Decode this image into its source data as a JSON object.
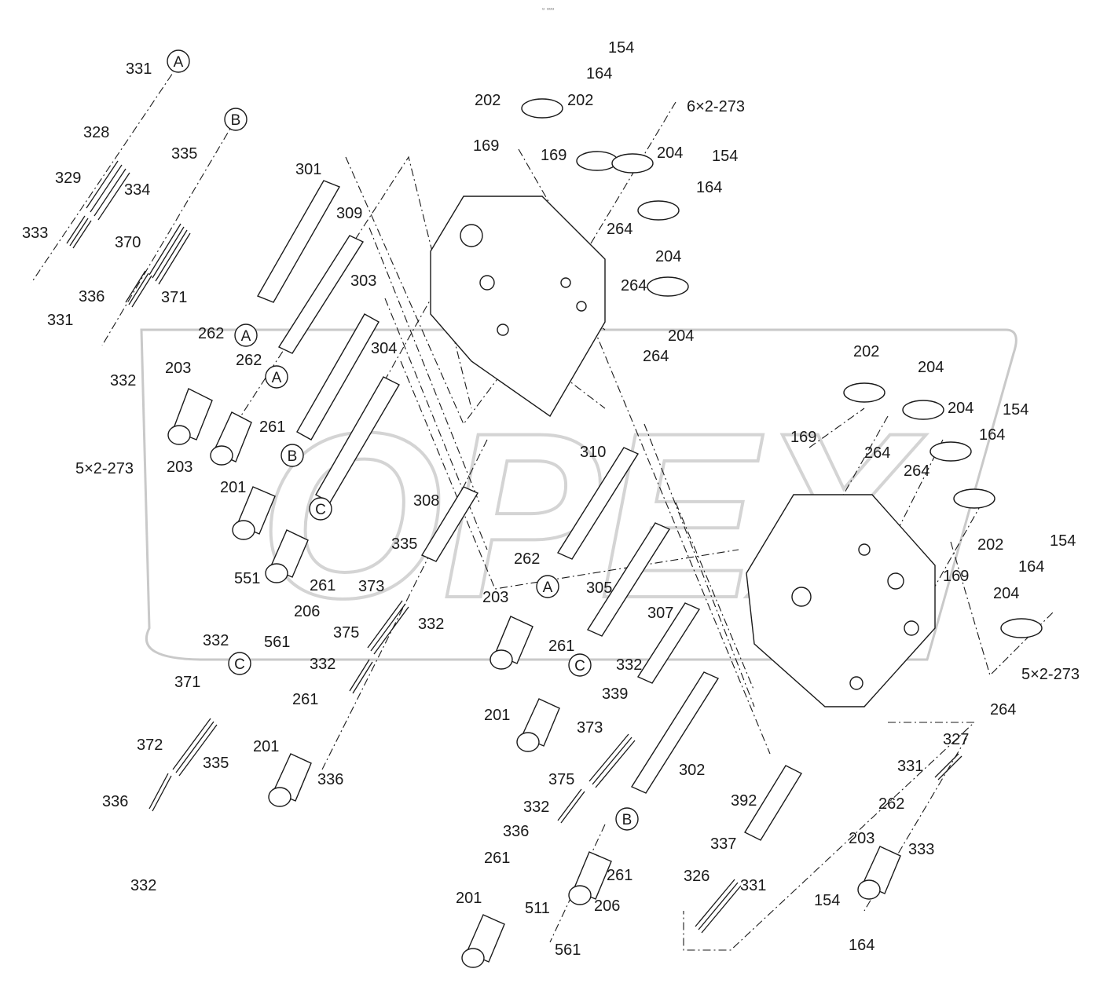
{
  "header": {
    "text": "▫ ▫▫▫"
  },
  "watermark": {
    "text": "OPEX"
  },
  "labels": {
    "l331a": "331",
    "l328": "328",
    "l334": "334",
    "l329": "329",
    "l333a": "333",
    "l331b": "331",
    "l335a": "335",
    "l370": "370",
    "l371a": "371",
    "l336a": "336",
    "l332a": "332",
    "l301": "301",
    "l309": "309",
    "l303": "303",
    "l304": "304",
    "l262a": "262",
    "l262b": "262",
    "l203a": "203",
    "l203b": "203",
    "l5x2a": "5×2-273",
    "l261a": "261",
    "l201a": "201",
    "l551": "551",
    "l561a": "561",
    "l206a": "206",
    "l261b": "261",
    "l308": "308",
    "l335b": "335",
    "l332b": "332",
    "l373a": "373",
    "l375a": "375",
    "l332c": "332",
    "l261c": "261",
    "l336b": "336",
    "l201b": "201",
    "l332d": "332",
    "l371b": "371",
    "l335c": "335",
    "l372": "372",
    "l336c": "336",
    "l332e": "332",
    "l202a": "202",
    "l202b": "202",
    "l154a": "154",
    "l164a": "164",
    "l6x2": "6×2-273",
    "l169a": "169",
    "l169b": "169",
    "l204a": "204",
    "l154b": "154",
    "l164b": "164",
    "l264a": "264",
    "l204b": "204",
    "l264b": "264",
    "l204c": "204",
    "l264c": "264",
    "l310": "310",
    "l262c": "262",
    "l203c": "203",
    "l305": "305",
    "l261d": "261",
    "l307": "307",
    "l332f": "332",
    "l339": "339",
    "l201c": "201",
    "l373b": "373",
    "l302": "302",
    "l375b": "375",
    "l332g": "332",
    "l336d": "336",
    "l261e": "261",
    "l201d": "201",
    "l511": "511",
    "l561b": "561",
    "l206b": "206",
    "l261f": "261",
    "l392": "392",
    "l337": "337",
    "l331c": "331",
    "l326": "326",
    "l202c": "202",
    "l204d": "204",
    "l204e": "204",
    "l154c": "154",
    "l169c": "169",
    "l264d": "264",
    "l264e": "264",
    "l164c": "164",
    "l202d": "202",
    "l169d": "169",
    "l154d": "154",
    "l164d": "164",
    "l204f": "204",
    "l5x2b": "5×2-273",
    "l264f": "264",
    "l327": "327",
    "l331d": "331",
    "l262d": "262",
    "l333b": "333",
    "l203d": "203",
    "l154e": "154",
    "l164e": "164"
  },
  "refs": {
    "A1": "A",
    "B1": "B",
    "A2": "A",
    "A3": "A",
    "B2": "B",
    "C1": "C",
    "C2": "C",
    "A4": "A",
    "C3": "C",
    "B3": "B"
  }
}
